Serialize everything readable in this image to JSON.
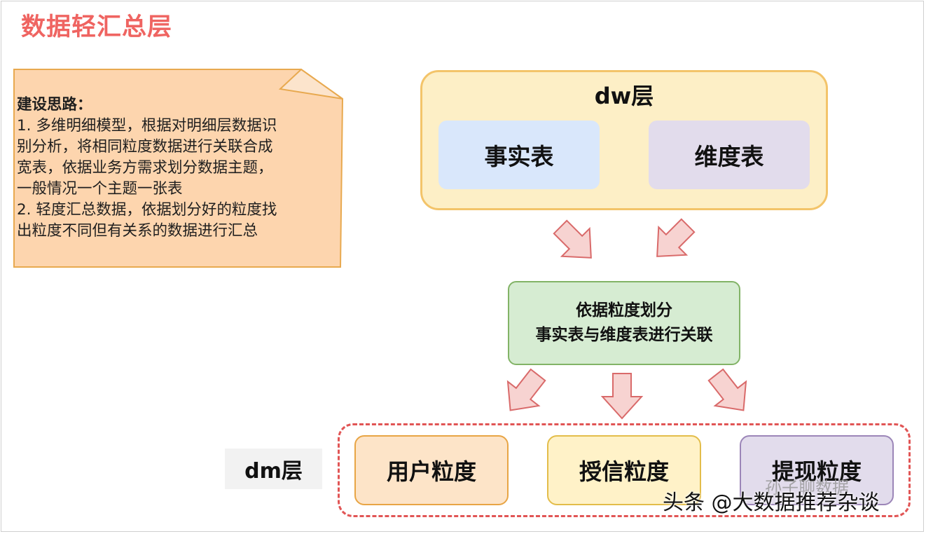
{
  "title": "数据轻汇总层",
  "note": {
    "heading": "建设思路：",
    "lines": [
      " 1. 多维明细模型，根据对明细层数据识",
      "别分析，将相同粒度数据进行关联合成",
      "宽表，依据业务方需求划分数据主题，",
      "一般情况一个主题一张表",
      " 2. 轻度汇总数据，依据划分好的粒度找",
      "出粒度不同但有关系的数据进行汇总"
    ]
  },
  "dw": {
    "label": "dw层",
    "fact_table": "事实表",
    "dim_table": "维度表"
  },
  "middle": {
    "line1": "依据粒度划分",
    "line2": "事实表与维度表进行关联"
  },
  "dm": {
    "label": "dm层",
    "granularities": [
      "用户粒度",
      "授信粒度",
      "提现粒度"
    ]
  },
  "watermark": {
    "text": "头条 @大数据推荐杂谈",
    "text2": "孙子聊数据"
  },
  "colors": {
    "title": "#ef6461",
    "arrow_fill": "#f7d3d1",
    "arrow_stroke": "#d96a6a",
    "dashed_border": "#e15555"
  }
}
